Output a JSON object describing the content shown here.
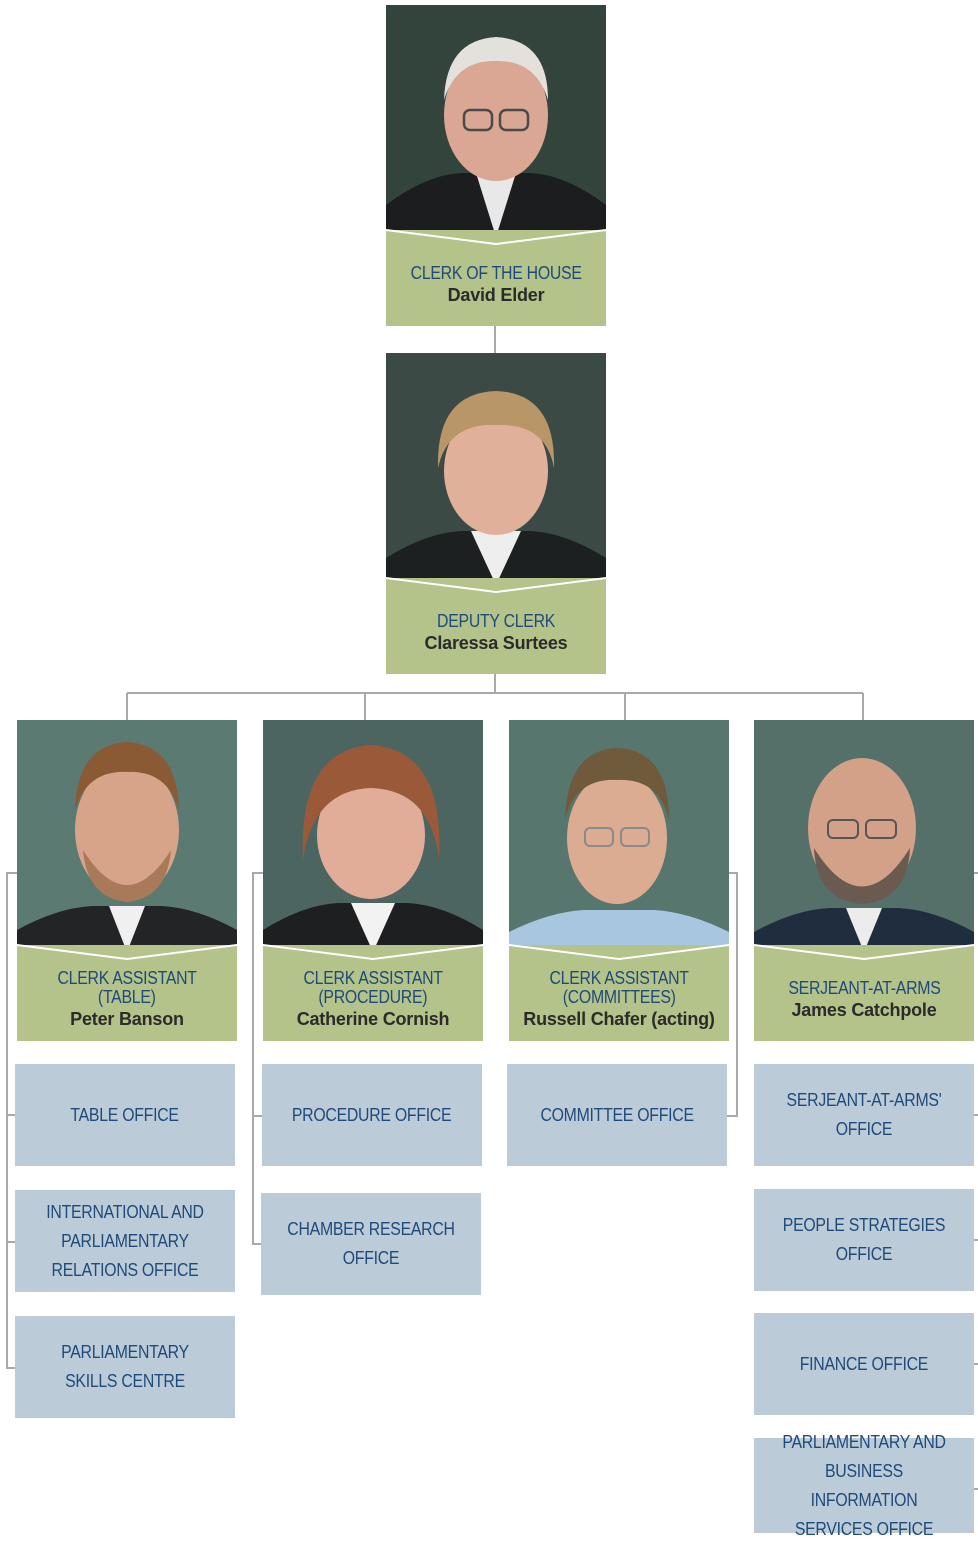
{
  "colors": {
    "label_bg": "#b3c38a",
    "office_bg": "#bccbd8",
    "role_text": "#1f4a7a",
    "connector": "#a9a9a9"
  },
  "clerk": {
    "role": "CLERK OF THE HOUSE",
    "name": "David Elder"
  },
  "deputy": {
    "role": "DEPUTY CLERK",
    "name": "Claressa Surtees"
  },
  "assistants": [
    {
      "role_line1": "CLERK ASSISTANT",
      "role_line2": "(TABLE)",
      "name": "Peter Banson",
      "offices": [
        "TABLE OFFICE",
        "INTERNATIONAL AND PARLIAMENTARY RELATIONS OFFICE",
        "PARLIAMENTARY SKILLS CENTRE"
      ]
    },
    {
      "role_line1": "CLERK ASSISTANT",
      "role_line2": "(PROCEDURE)",
      "name": "Catherine Cornish",
      "offices": [
        "PROCEDURE OFFICE",
        "CHAMBER RESEARCH OFFICE"
      ]
    },
    {
      "role_line1": "CLERK ASSISTANT",
      "role_line2": "(COMMITTEES)",
      "name": "Russell Chafer (acting)",
      "offices": [
        "COMMITTEE OFFICE"
      ]
    },
    {
      "role_line1": "SERJEANT-AT-ARMS",
      "role_line2": "",
      "name": "James Catchpole",
      "offices": [
        "SERJEANT-AT-ARMS' OFFICE",
        "PEOPLE STRATEGIES OFFICE",
        "FINANCE OFFICE",
        "PARLIAMENTARY AND BUSINESS INFORMATION SERVICES OFFICE"
      ]
    }
  ]
}
